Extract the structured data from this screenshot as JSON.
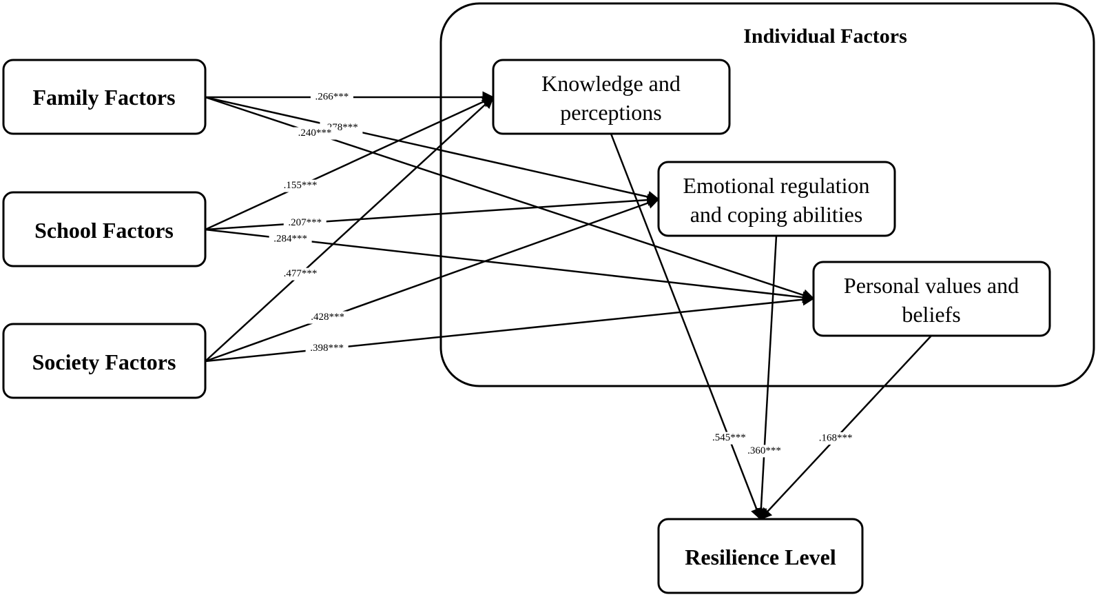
{
  "group": {
    "title": "Individual Factors"
  },
  "nodes": {
    "family": {
      "lines": [
        "Family Factors"
      ]
    },
    "school": {
      "lines": [
        "School Factors"
      ]
    },
    "society": {
      "lines": [
        "Society Factors"
      ]
    },
    "knowledge": {
      "lines": [
        "Knowledge and",
        "perceptions"
      ]
    },
    "emotional": {
      "lines": [
        "Emotional regulation",
        "and coping abilities"
      ]
    },
    "values": {
      "lines": [
        "Personal values and",
        "beliefs"
      ]
    },
    "resilience": {
      "lines": [
        "Resilience Level"
      ]
    }
  },
  "edges": [
    {
      "from": "family",
      "to": "knowledge",
      "label": ".266***"
    },
    {
      "from": "family",
      "to": "emotional",
      "label": ".278***"
    },
    {
      "from": "family",
      "to": "values",
      "label": ".240***"
    },
    {
      "from": "school",
      "to": "knowledge",
      "label": ".155***"
    },
    {
      "from": "school",
      "to": "emotional",
      "label": ".207***"
    },
    {
      "from": "school",
      "to": "values",
      "label": ".284***"
    },
    {
      "from": "society",
      "to": "knowledge",
      "label": ".477***"
    },
    {
      "from": "society",
      "to": "emotional",
      "label": ".428***"
    },
    {
      "from": "society",
      "to": "values",
      "label": ".398***"
    },
    {
      "from": "knowledge",
      "to": "resilience",
      "label": ".545***"
    },
    {
      "from": "emotional",
      "to": "resilience",
      "label": ".360***"
    },
    {
      "from": "values",
      "to": "resilience",
      "label": ".168***"
    }
  ]
}
